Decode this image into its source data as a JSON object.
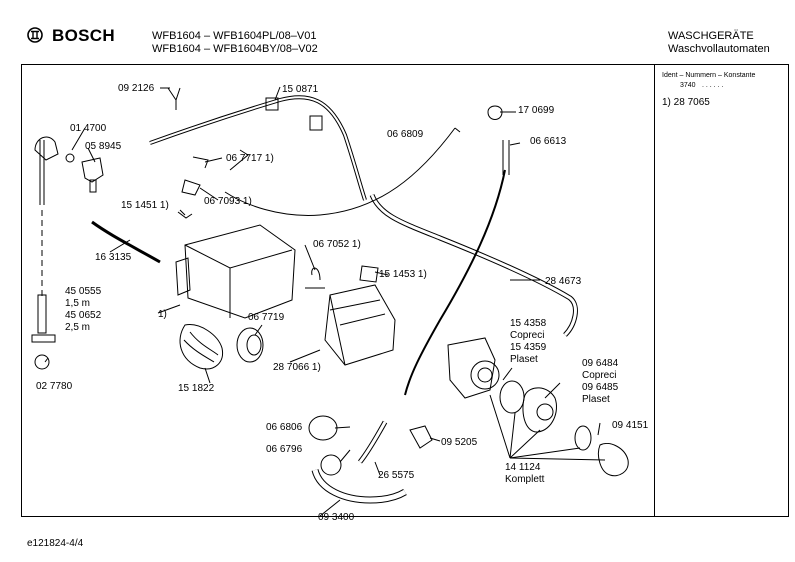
{
  "header": {
    "brand": "BOSCH",
    "model_line_1": "WFB1604 – WFB1604PL/08–V01",
    "model_line_2": "WFB1604 – WFB1604BY/08–V02",
    "category_line_1": "WASCHGERÄTE",
    "category_line_2": "Waschvollautomaten"
  },
  "sidebar": {
    "ident_label": "Ident – Nummern – Konstante",
    "ident_value": "3740",
    "ident_dots": ". . . . . .",
    "entry": "1) 28 7065"
  },
  "footer": {
    "drawing_id": "e121824-4/4"
  },
  "labels": {
    "l_092126": "09 2126",
    "l_150871": "15 0871",
    "l_014700": "01 4700",
    "l_058945": "05 8945",
    "l_0677171": "06 7717 1)",
    "l_066809": "06 6809",
    "l_170699": "17 0699",
    "l_066613": "06 6613",
    "l_0670931": "06 7093 1)",
    "l_1514511": "15 1451 1)",
    "l_163135": "16 3135",
    "l_0670521": "06 7052 1)",
    "l_1514531": "15 1453 1)",
    "l_284673": "28 4673",
    "l_450555": "45 0555",
    "l_15m": "1,5 m",
    "l_450652": "45 0652",
    "l_25m": "2,5 m",
    "l_1paren": "1)",
    "l_067719": "06 7719",
    "l_154358": "15 4358",
    "l_copreci1": "Copreci",
    "l_154359": "15 4359",
    "l_plaset1": "Plaset",
    "l_096484": "09 6484",
    "l_copreci2": "Copreci",
    "l_096485": "09 6485",
    "l_plaset2": "Plaset",
    "l_2870661": "28 7066 1)",
    "l_151822": "15 1822",
    "l_027780": "02 7780",
    "l_066806": "06 6806",
    "l_066796": "06 6796",
    "l_095205": "09 5205",
    "l_094151": "09 4151",
    "l_265575": "26 5575",
    "l_141124": "14 1124",
    "l_komplett": "Komplett",
    "l_093400": "09 3400"
  }
}
